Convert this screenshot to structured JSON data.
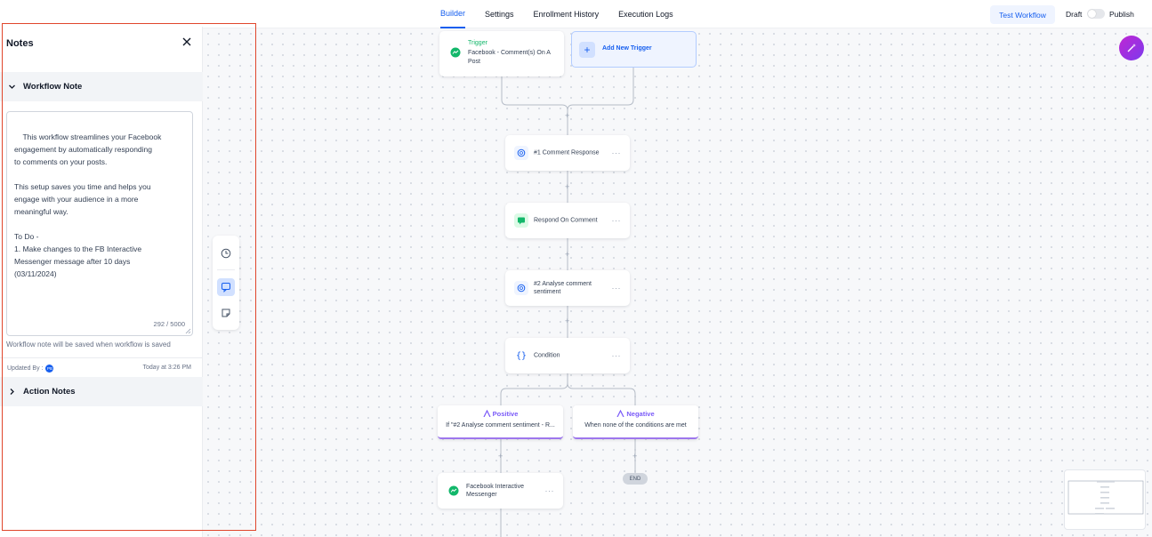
{
  "header": {
    "tabs": [
      {
        "label": "Builder",
        "active": true
      },
      {
        "label": "Settings",
        "active": false
      },
      {
        "label": "Enrollment History",
        "active": false
      },
      {
        "label": "Execution Logs",
        "active": false
      }
    ],
    "test_button": "Test Workflow",
    "draft_label": "Draft",
    "publish_label": "Publish",
    "publish_toggle_on": false
  },
  "notes": {
    "title": "Notes",
    "workflow_note_header": "Workflow Note",
    "note_text": "This workflow streamlines your Facebook\nengagement by automatically responding\nto comments on your posts.\n\nThis setup saves you time and helps you\nengage with your audience in a more\nmeaningful way.\n\nTo Do -\n1. Make changes to the FB Interactive\nMessenger message after 10 days\n(03/11/2024)",
    "char_count": "292 / 5000",
    "save_notice": "Workflow note will be saved when workflow is saved",
    "updated_by_label": "Updated By :",
    "avatar_initials": "PB",
    "updated_at": "Today at 3:26 PM",
    "action_notes_header": "Action Notes"
  },
  "workflow": {
    "trigger": {
      "title": "Trigger",
      "subtitle": "Facebook - Comment(s) On A Post"
    },
    "add_trigger": "Add New Trigger",
    "actions": [
      {
        "label": "#1 Comment Response",
        "icon": "openai-icon"
      },
      {
        "label": "Respond On Comment",
        "icon": "comment-icon"
      },
      {
        "label": "#2 Analyse comment sentiment",
        "icon": "openai-icon"
      },
      {
        "label": "Condition",
        "icon": "braces-icon"
      }
    ],
    "branches": [
      {
        "title": "Positive",
        "subtitle": "If \"#2 Analyse comment sentiment - R..."
      },
      {
        "title": "Negative",
        "subtitle": "When none of the conditions are met"
      }
    ],
    "messenger_action": "Facebook Interactive Messenger",
    "end_label": "END",
    "more_glyph": "···",
    "plus_glyph": "+"
  },
  "colors": {
    "accent": "#155eef",
    "trigger_green": "#12b76a",
    "branch_purple": "#7a5af8",
    "highlight_red": "#e0462c"
  }
}
